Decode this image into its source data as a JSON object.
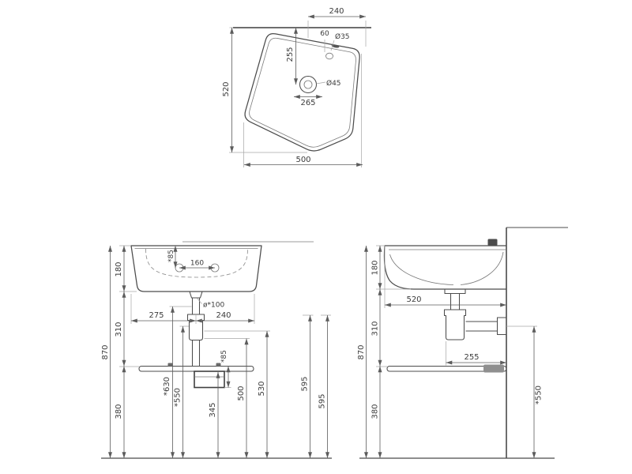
{
  "views": {
    "top": {
      "d240": "240",
      "d60": "60",
      "d35": "Ø35",
      "d255": "255",
      "d45": "Ø45",
      "d265": "265",
      "d520": "520",
      "d500": "500"
    },
    "front": {
      "d180": "180",
      "d85_tap": "*85",
      "d160": "160",
      "d100": "ø*100",
      "d275": "275",
      "d240": "240",
      "d310": "310",
      "d870": "870",
      "d85_shelf": "*85",
      "d630": "*630",
      "d550": "*550",
      "d380": "380",
      "d345": "345",
      "d500": "500",
      "d530": "530",
      "d595_a": "595",
      "d595_b": "595"
    },
    "side": {
      "d180": "180",
      "d520": "520",
      "d310": "310",
      "d870": "870",
      "d255": "255",
      "d550": "*550",
      "d380": "380"
    }
  }
}
